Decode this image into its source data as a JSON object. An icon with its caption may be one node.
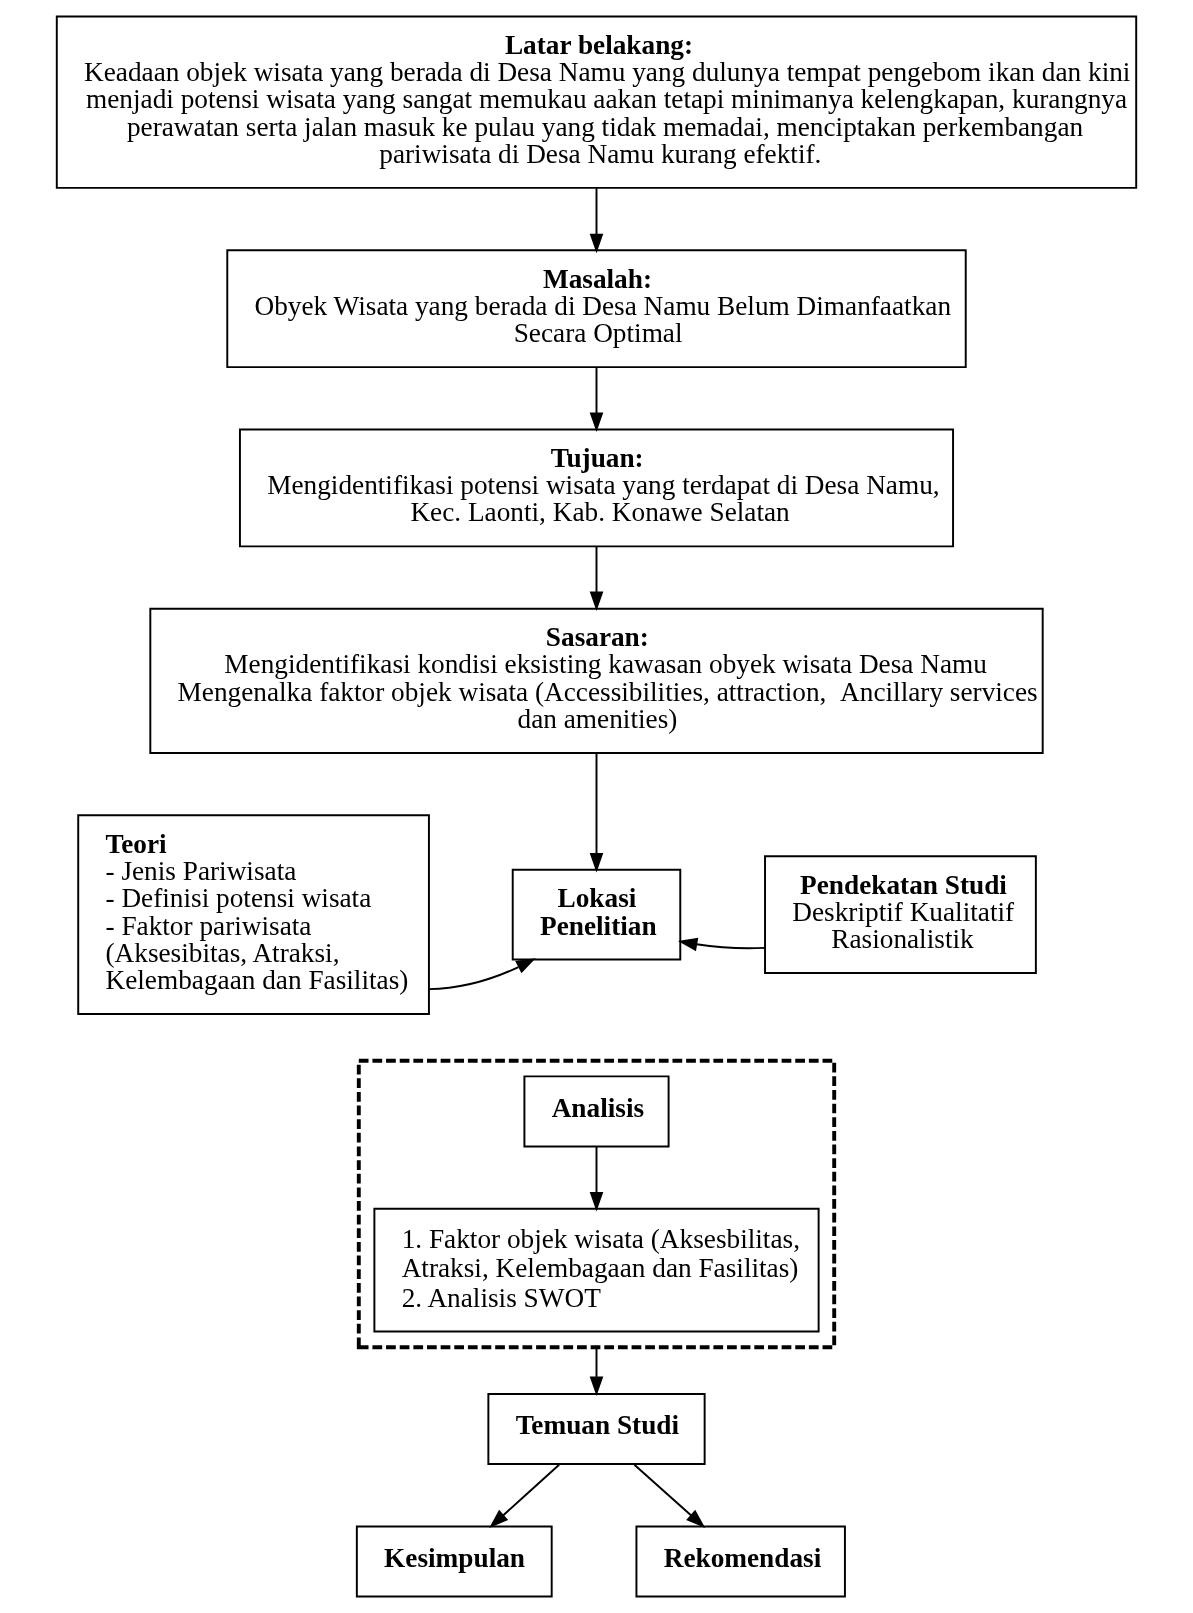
{
  "diagram": {
    "nodes": [
      {
        "text": [
          "Latar belakang:",
          "Keadaan objek wisata yang berada di Desa Namu yang dulunya tempat pengebom ikan dan kini menjadi potensi wisata yang sangat memukau aakan tetapi minimanya kelengkapan, kurangnya perawatan serta jalan masuk ke pulau yang tidak memadai, menciptakan perkembangan pariwisata di Desa Namu kurang efektif."
        ]
      },
      {
        "text": [
          "Masalah:",
          "Obyek Wisata yang berada di Desa Namu Belum Dimanfaatkan Secara Optimal"
        ]
      },
      {
        "text": [
          "Tujuan:",
          "Mengidentifikasi potensi wisata yang terdapat di Desa Namu, Kec. Laonti, Kab. Konawe Selatan"
        ]
      },
      {
        "text": [
          "Sasaran:",
          "Mengidentifikasi kondisi eksisting kawasan obyek wisata Desa Namu",
          "Mengenalka faktor objek wisata (Accessibilities, attraction,  Ancillary services dan amenities)"
        ]
      },
      {
        "text": [
          "Teori",
          "- Jenis Pariwisata",
          "- Definisi potensi wisata",
          "- Faktor pariwisata (Aksesibitas, Atraksi, Kelembagaan dan Fasilitas)"
        ]
      },
      {
        "text": [
          "Lokasi Penelitian"
        ]
      },
      {
        "text": [
          "Pendekatan Studi",
          "Deskriptif Kualitatif Rasionalistik"
        ]
      },
      {
        "text": [],
        "shape": "box"
      },
      {
        "text": [
          "Analisis"
        ],
        "in": 7
      },
      {
        "text": [
          "1. Faktor objek wisata (Aksesbilitas, Atraksi, Kelembagaan dan Fasilitas)",
          "2. Analisis SWOT"
        ],
        "in": 7
      },
      {
        "text": [
          "Temuan Studi"
        ]
      },
      {
        "text": [
          "Kesimpulan"
        ]
      },
      {
        "text": [
          "Rekomendasi"
        ]
      }
    ],
    "edges": [
      {
        "from": 0,
        "to": 1,
        "arrow": "to"
      },
      {
        "from": 1,
        "to": 2,
        "arrow": "to"
      },
      {
        "from": 2,
        "to": 3,
        "arrow": "to"
      },
      {
        "from": 3,
        "to": 5,
        "arrow": "to"
      },
      {
        "from": 4,
        "to": 5,
        "arrow": "to"
      },
      {
        "from": 6,
        "to": 5,
        "arrow": "to"
      },
      {
        "from": 8,
        "to": 9,
        "arrow": "to"
      },
      {
        "from": 7,
        "to": 10,
        "arrow": "to"
      },
      {
        "from": 10,
        "to": 11,
        "arrow": "to"
      },
      {
        "from": 10,
        "to": 12,
        "arrow": "to"
      }
    ]
  }
}
